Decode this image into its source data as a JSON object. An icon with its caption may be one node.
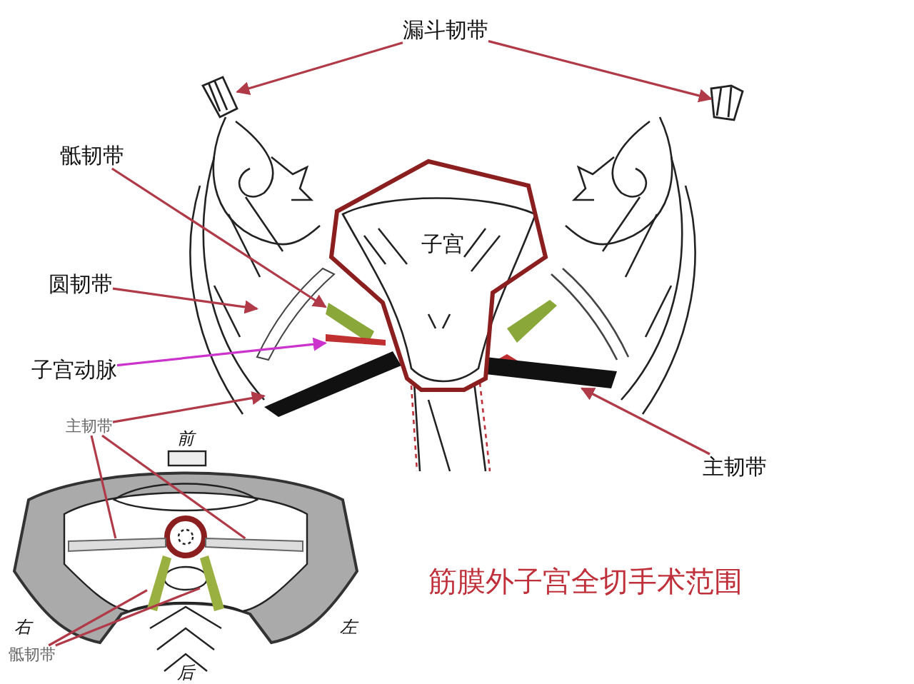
{
  "diagram": {
    "caption": "筋膜外子宫全切手术范围",
    "nodes": [
      {
        "text": [
          "漏斗韧带"
        ]
      },
      {
        "text": [],
        "shape": "picture"
      },
      {
        "text": [],
        "shape": "picture"
      },
      {
        "text": [
          "骶韧带"
        ]
      },
      {
        "text": [],
        "shape": "bar"
      },
      {
        "text": [
          "子宫"
        ]
      },
      {
        "text": [
          "圆韧带"
        ]
      },
      {
        "text": [],
        "shape": "bar"
      },
      {
        "text": [
          "子宫动脉"
        ]
      },
      {
        "text": [],
        "shape": "bar"
      },
      {
        "text": [],
        "shape": "bar"
      },
      {
        "text": [],
        "shape": "bar"
      },
      {
        "text": [
          "主韧带"
        ]
      },
      {
        "text": [
          "主韧带"
        ]
      },
      {
        "text": [],
        "shape": "bar"
      },
      {
        "text": [],
        "shape": "bar"
      },
      {
        "text": [],
        "shape": "bar"
      },
      {
        "text": [],
        "shape": "bar"
      },
      {
        "text": [
          "骶韧带"
        ]
      }
    ],
    "edges": [
      {
        "from": 0,
        "to": 1,
        "arrow": "to"
      },
      {
        "from": 0,
        "to": 2,
        "arrow": "to"
      },
      {
        "from": 3,
        "to": 4,
        "arrow": "to"
      },
      {
        "from": 6,
        "to": 7,
        "arrow": "to"
      },
      {
        "from": 8,
        "to": 9,
        "arrow": "to",
        "color": "#cc33cc"
      },
      {
        "from": 12,
        "to": 11,
        "arrow": "to"
      },
      {
        "from": 13,
        "to": 10,
        "arrow": "to"
      },
      {
        "from": 13,
        "to": 14,
        "arrow": "none"
      },
      {
        "from": 13,
        "to": 15,
        "arrow": "none"
      },
      {
        "from": 18,
        "to": 16,
        "arrow": "none"
      },
      {
        "from": 18,
        "to": 17,
        "arrow": "none"
      }
    ],
    "labels": [
      "前",
      "右",
      "左",
      "后"
    ]
  }
}
